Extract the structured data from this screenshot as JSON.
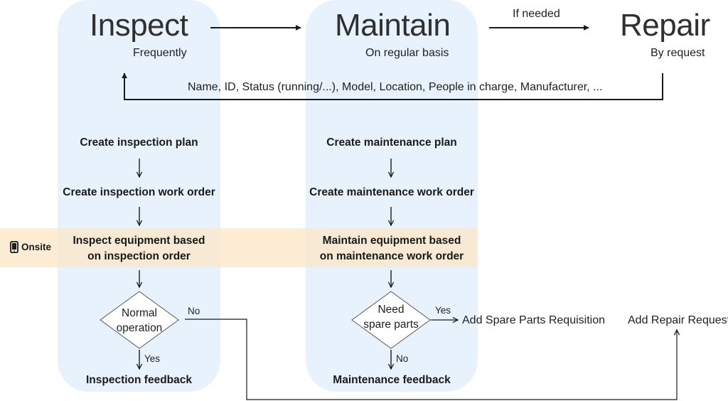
{
  "stages": {
    "inspect": {
      "title": "Inspect",
      "subtitle": "Frequently"
    },
    "maintain": {
      "title": "Maintain",
      "subtitle": "On regular basis"
    },
    "repair": {
      "title": "Repair",
      "subtitle": "By request"
    }
  },
  "connectors": {
    "if_needed": "If needed",
    "info_fields": "Name, ID, Status (running/...), Model, Location, People in charge, Manufacturer, ..."
  },
  "band": {
    "label": "Onsite",
    "icon": "phone-icon"
  },
  "inspect_flow": {
    "step1": "Create inspection plan",
    "step2": "Create inspection work order",
    "step3_line1": "Inspect equipment based",
    "step3_line2": "on inspection order",
    "decision_line1": "Normal",
    "decision_line2": "operation",
    "yes": "Yes",
    "no": "No",
    "end": "Inspection feedback"
  },
  "maintain_flow": {
    "step1": "Create maintenance plan",
    "step2": "Create maintenance work order",
    "step3_line1": "Maintain equipment based",
    "step3_line2": "on maintenance work order",
    "decision_line1": "Need",
    "decision_line2": "spare parts",
    "yes": "Yes",
    "no": "No",
    "end": "Maintenance feedback"
  },
  "outputs": {
    "spare_parts": "Add Spare Parts Requisition",
    "repair_request": "Add Repair Request"
  },
  "colors": {
    "lane_fill": "#e8f2fc",
    "band_fill": "#fce5c6",
    "stroke": "#1a1a1a"
  }
}
